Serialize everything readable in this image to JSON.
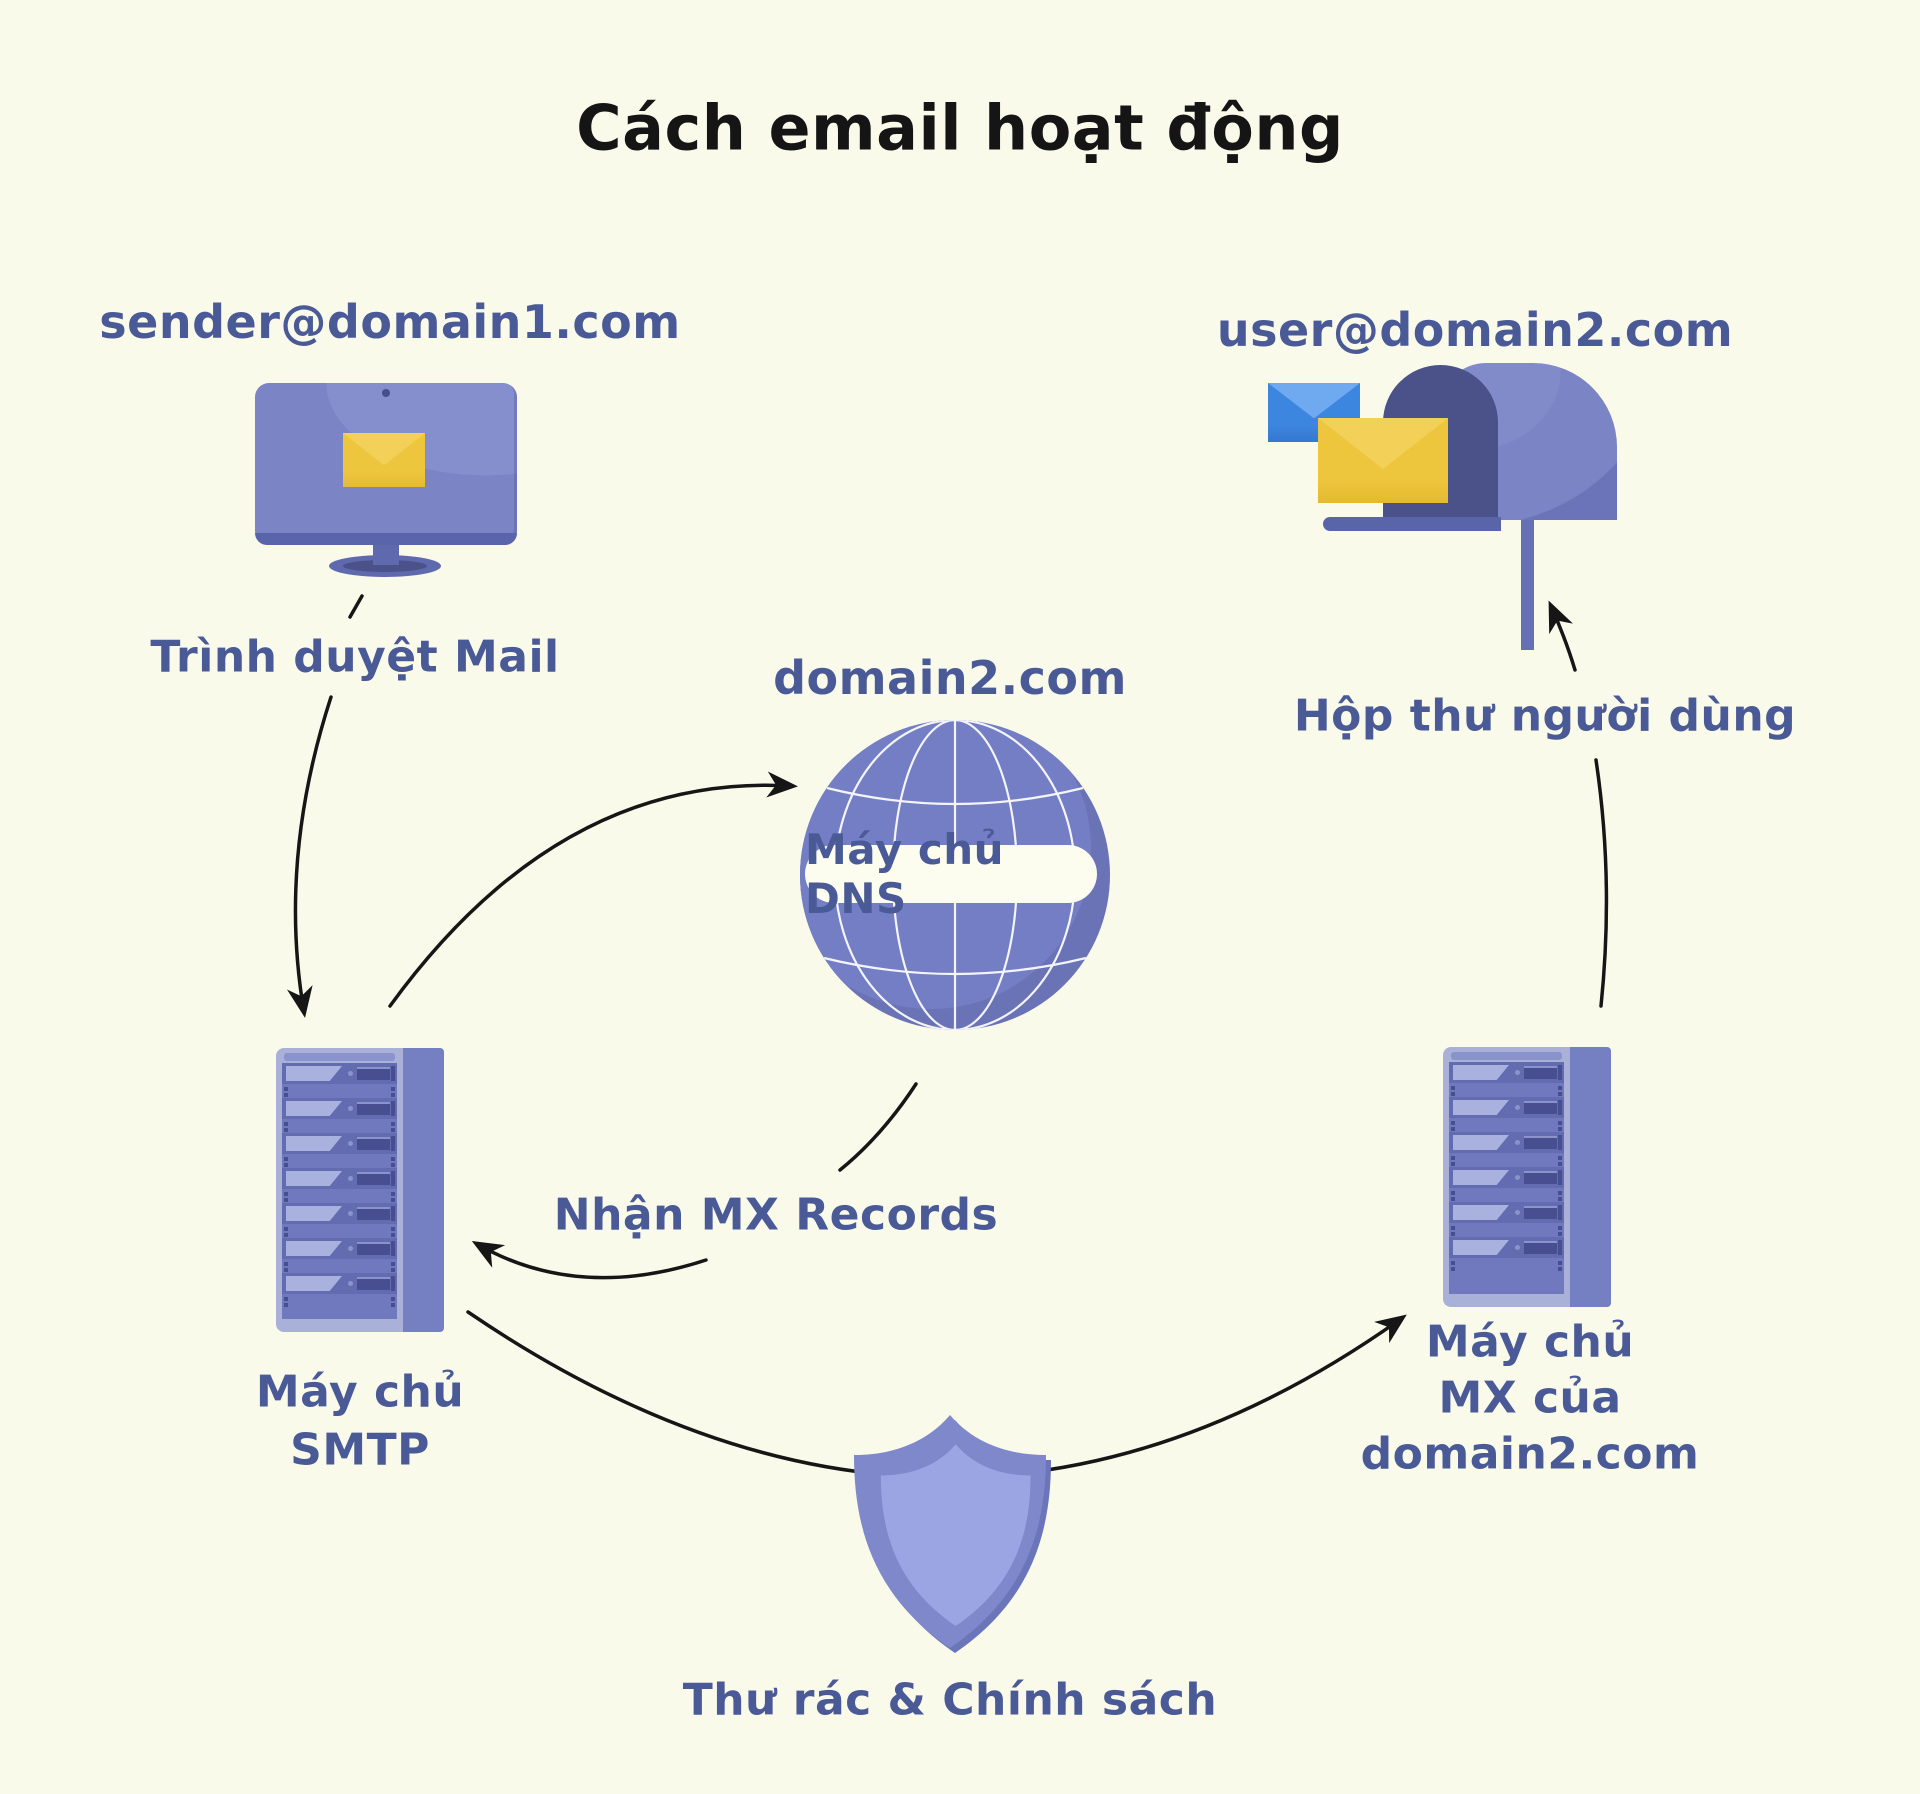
{
  "title": "Cách email hoạt động",
  "sender": {
    "email": "sender@domain1.com",
    "device_label": "Trình duyệt Mail"
  },
  "recipient": {
    "email": "user@domain2.com",
    "mailbox_label": "Hộp thư người dùng"
  },
  "dns": {
    "domain": "domain2.com",
    "badge": "Máy chủ DNS"
  },
  "smtp": {
    "line1": "Máy chủ",
    "line2": "SMTP"
  },
  "mx": {
    "line1": "Máy chủ",
    "line2": "MX của",
    "line3": "domain2.com"
  },
  "annotations": {
    "mx_records": "Nhận MX Records",
    "spam_policy": "Thư rác & Chính sách"
  },
  "colors": {
    "background": "#fafaeb",
    "title_text": "#151515",
    "label_blue": "#4a5a96",
    "purple_main": "#7b84c5",
    "purple_dark": "#5a64ab",
    "purple_light": "#a9b1d9",
    "globe": "#747ec4",
    "shield_inner": "#9ba5e3",
    "envelope_yellow": "#eec63e",
    "envelope_blue": "#3d86e0",
    "arrow": "#161616"
  }
}
